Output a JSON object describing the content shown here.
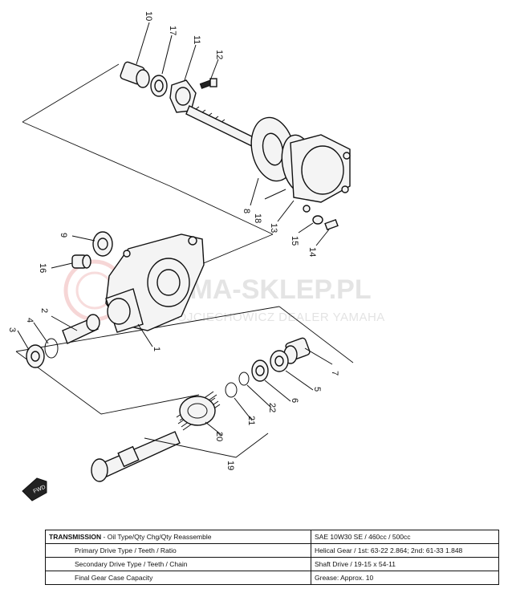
{
  "watermark": {
    "main": "AMA-SKLEP.PL",
    "sub": "WOJCIECHOWICZ DEALER YAMAHA"
  },
  "callouts": [
    "10",
    "17",
    "11",
    "12",
    "8",
    "18",
    "13",
    "15",
    "14",
    "9",
    "16",
    "2",
    "3",
    "4",
    "1",
    "7",
    "5",
    "6",
    "22",
    "21",
    "20",
    "19"
  ],
  "direction_mark": "FWD",
  "spec_table": {
    "rows": [
      {
        "label_bold": "TRANSMISSION",
        "label_rest": " - Oil Type/Qty Chg/Qty Reassemble",
        "value": "SAE 10W30 SE / 460cc / 500cc"
      },
      {
        "label": "Primary Drive Type / Teeth / Ratio",
        "value": "Helical Gear / 1st: 63-22 2.864; 2nd: 61-33 1.848"
      },
      {
        "label": "Secondary Drive Type / Teeth / Chain",
        "value": "Shaft Drive / 19-15 x 54-11"
      },
      {
        "label": "Final Gear Case Capacity",
        "value": "Grease: Approx. 10"
      }
    ]
  }
}
